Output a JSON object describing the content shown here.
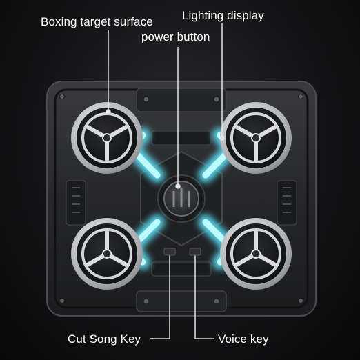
{
  "callouts": {
    "boxing_target_surface": "Boxing target surface",
    "lighting_display": "Lighting display",
    "power_button": "power button",
    "cut_song_key": "Cut Song Key",
    "voice_key": "Voice key"
  },
  "colors": {
    "background": "#141416",
    "body": "#2c2d30",
    "body_dark": "#1a1b1d",
    "pad_ring": "#c9cbcd",
    "pad_face": "#111213",
    "glow": "#7ff3ff",
    "glow_core": "#d8fdff",
    "callout_text": "#ffffff",
    "callout_line": "#e6e6e6"
  }
}
